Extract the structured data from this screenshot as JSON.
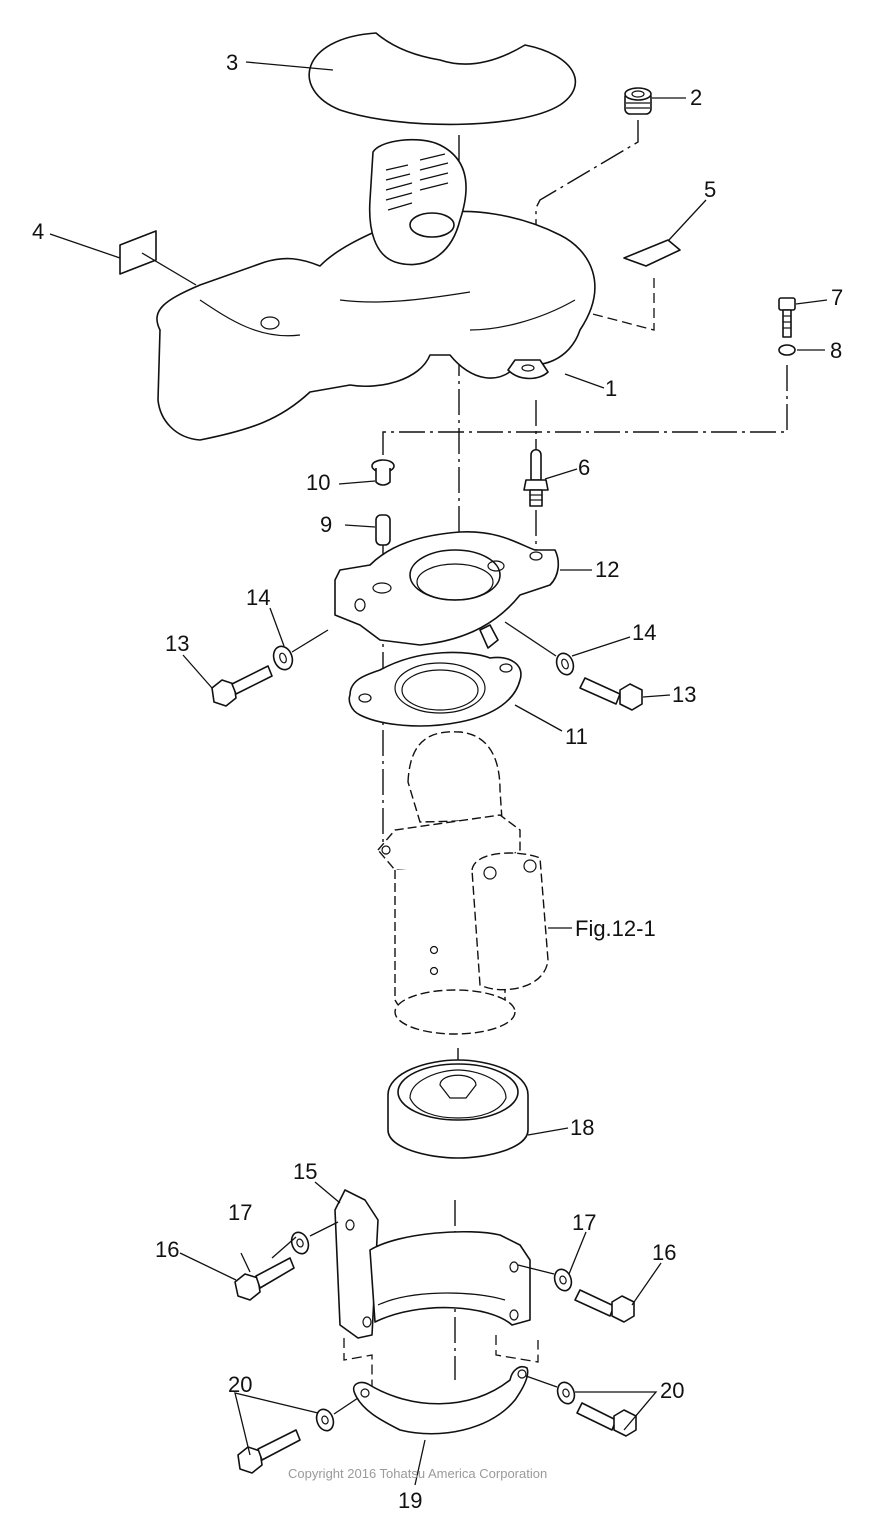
{
  "diagram": {
    "type": "exploded-parts-diagram",
    "callouts": [
      {
        "id": "1",
        "label": "1"
      },
      {
        "id": "2",
        "label": "2"
      },
      {
        "id": "3",
        "label": "3"
      },
      {
        "id": "4",
        "label": "4"
      },
      {
        "id": "5",
        "label": "5"
      },
      {
        "id": "6",
        "label": "6"
      },
      {
        "id": "7",
        "label": "7"
      },
      {
        "id": "8",
        "label": "8"
      },
      {
        "id": "9",
        "label": "9"
      },
      {
        "id": "10",
        "label": "10"
      },
      {
        "id": "11",
        "label": "11"
      },
      {
        "id": "12",
        "label": "12"
      },
      {
        "id": "13a",
        "label": "13"
      },
      {
        "id": "13b",
        "label": "13"
      },
      {
        "id": "14a",
        "label": "14"
      },
      {
        "id": "14b",
        "label": "14"
      },
      {
        "id": "15",
        "label": "15"
      },
      {
        "id": "16a",
        "label": "16"
      },
      {
        "id": "16b",
        "label": "16"
      },
      {
        "id": "17a",
        "label": "17"
      },
      {
        "id": "17b",
        "label": "17"
      },
      {
        "id": "18",
        "label": "18"
      },
      {
        "id": "19",
        "label": "19"
      },
      {
        "id": "20a",
        "label": "20"
      },
      {
        "id": "20b",
        "label": "20"
      }
    ],
    "figure_reference": "Fig.12-1",
    "copyright": "Copyright 2016 Tohatsu America Corporation"
  }
}
